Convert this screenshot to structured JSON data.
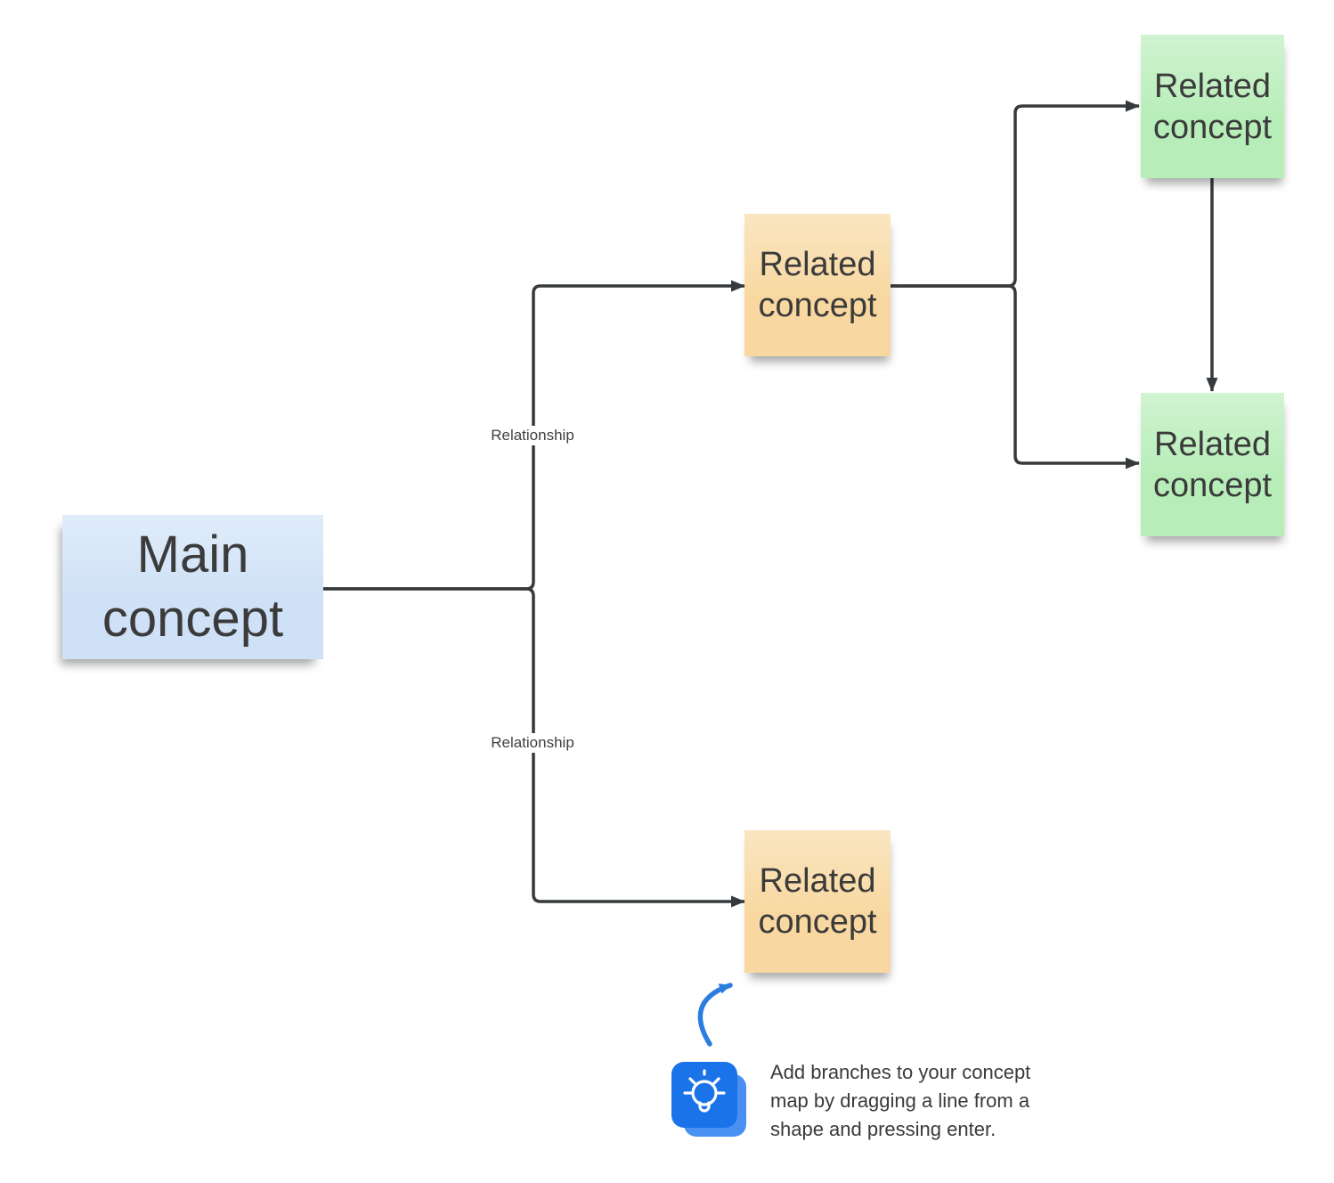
{
  "canvas": {
    "background": "#ffffff"
  },
  "nodes": [
    {
      "id": "main-concept",
      "label": "Main concept",
      "color": "#cfe1f6"
    },
    {
      "id": "related-top",
      "label": "Related concept",
      "color": "#f8d8a0"
    },
    {
      "id": "related-upper-right",
      "label": "Related concept",
      "color": "#b7edb8"
    },
    {
      "id": "related-lower-right",
      "label": "Related concept",
      "color": "#b7edb8"
    },
    {
      "id": "related-bottom",
      "label": "Related concept",
      "color": "#f8d8a0"
    }
  ],
  "edges": {
    "color": "#373a3c",
    "labels": [
      {
        "text": "Relationship"
      },
      {
        "text": "Relationship"
      }
    ]
  },
  "tip": {
    "icon": "lightbulb-icon",
    "icon_color": "#1a73e8",
    "icon_back_color": "#4a90f2",
    "arrow_color": "#2b7de1",
    "text": "Add branches to your concept map by dragging a line from a shape and pressing enter."
  }
}
